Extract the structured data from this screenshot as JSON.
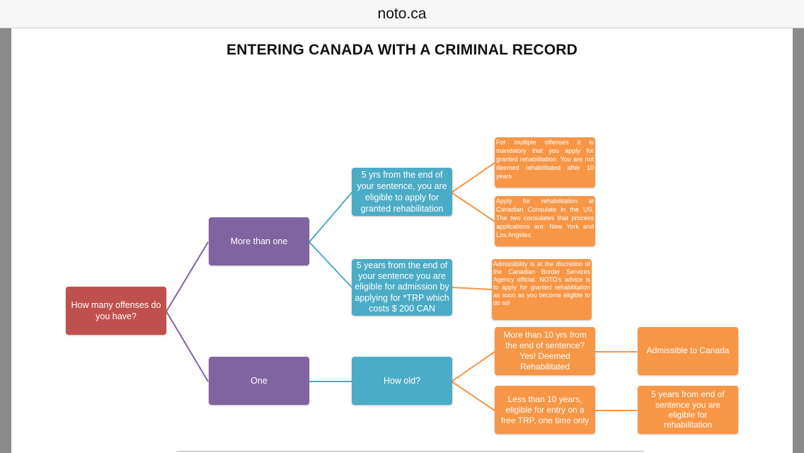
{
  "browser": {
    "url": "noto.ca"
  },
  "diagram": {
    "title": "ENTERING CANADA WITH A CRIMINAL RECORD",
    "colors": {
      "root": "#c0504d",
      "level1": "#8064a2",
      "level2": "#4bacc6",
      "level3": "#f79646",
      "connector_purple": "#8064a2",
      "connector_teal": "#4bacc6",
      "connector_orange": "#f79646"
    },
    "nodes": {
      "root": "How many offenses do you have?",
      "more_than_one": "More than one",
      "one": "One",
      "five_yrs_rehab": "5 yrs from the end of your sentence, you are eligible to apply for granted rehabilitation",
      "five_years_trp": "5 years from the end of your sentence you are eligible for admission by applying for *TRP which costs $ 200  CAN",
      "how_old": "How old?",
      "multiple_offenses_note": "For multiple offenses it is mandatory that you apply for granted rehabilitation. You are not deemed rehabilitated after 10 years",
      "consulate_note": "Apply for rehabilitation at Canadian Consulate in the US. The two consulates that process applications are: New York and Los Angeles",
      "admissibility_note": "Admissibility is at the discretion of the Canadian Border Services Agency official. NOTO's advice is to apply for granted rehabilitation as soon as you become eligible to do so!",
      "more_than_10": "More than 10 yrs from the end of sentence? Yes! Deemed Rehabilitated",
      "less_than_10": "Less than 10 years, eligible for entry on a free TRP, one time only",
      "admissible": "Admissible to Canada",
      "five_years_rehab_eligible": "5 years from end of sentence you are eligible for rehabilitation"
    }
  }
}
